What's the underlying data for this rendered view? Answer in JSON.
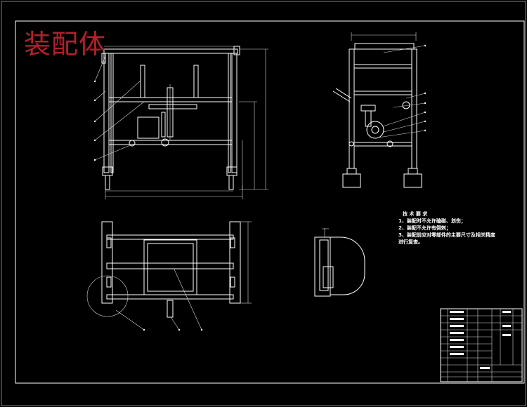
{
  "drawing_title": "装配体",
  "technical_requirements": {
    "heading": "技 术 要 求",
    "items": [
      "1、装配时不允许磕碰、划伤；",
      "2、装配不允许有倒刺；",
      "3、装配前应对零部件的主要尺寸及相关精度",
      "进行复查。"
    ]
  },
  "colors": {
    "background": "#000000",
    "linework": "#ffffff",
    "title_accent": "#b3202a"
  }
}
